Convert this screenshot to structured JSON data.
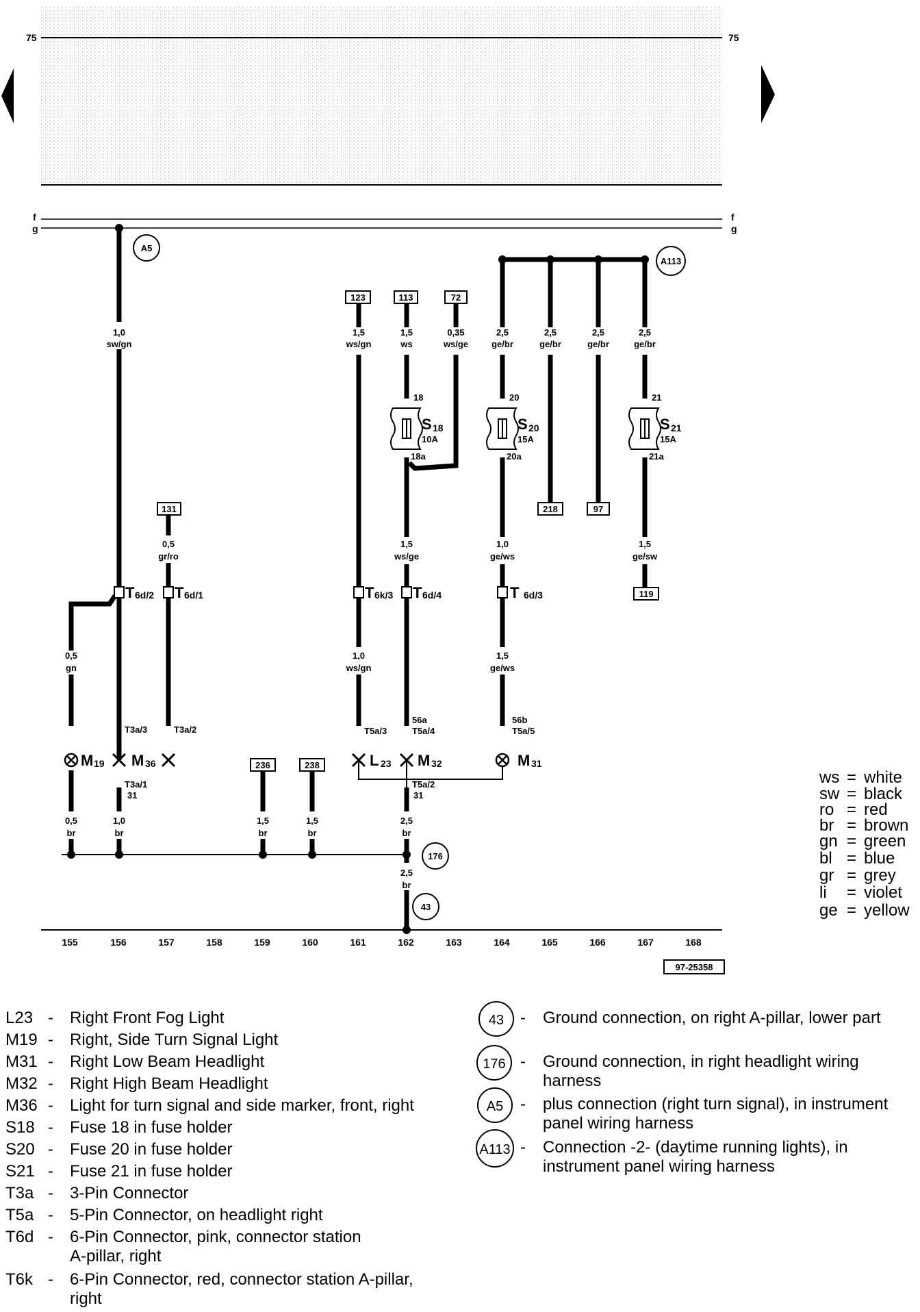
{
  "page": {
    "top_rule_numbers": {
      "left": "75",
      "right": "75"
    },
    "bus_labels": {
      "f_left": "f",
      "g_left": "g",
      "f_right": "f",
      "g_right": "g"
    },
    "diagram_id": "97-25358"
  },
  "navigation": {
    "prev_icon": "left-arrow-icon",
    "next_icon": "right-arrow-icon"
  },
  "ground_points": {
    "a5": "A5",
    "a113": "A113",
    "g176": "176",
    "g43": "43"
  },
  "refs": {
    "r123": "123",
    "r113": "113",
    "r72": "72",
    "r131": "131",
    "r218": "218",
    "r97": "97",
    "r119": "119",
    "r236": "236",
    "r238": "238"
  },
  "wires": {
    "w156_size": "1,0",
    "w156_col": "sw/gn",
    "w161_size": "1,5",
    "w161_col": "ws/gn",
    "w162_size": "1,5",
    "w162_col": "ws",
    "w163_size": "0,35",
    "w163_col": "ws/ge",
    "w164_size": "2,5",
    "w164_col": "ge/br",
    "w165_size": "2,5",
    "w165_col": "ge/br",
    "w166_size": "2,5",
    "w166_col": "ge/br",
    "w167_size": "2,5",
    "w167_col": "ge/br",
    "w157_size": "0,5",
    "w157_col": "gr/ro",
    "w162b_size": "1,5",
    "w162b_col": "ws/ge",
    "w164b_size": "1,0",
    "w164b_col": "ge/ws",
    "w167b_size": "1,5",
    "w167b_col": "ge/sw",
    "w155_size": "0,5",
    "w155_col": "gn",
    "w161b_size": "1,0",
    "w161b_col": "ws/gn",
    "w164c_size": "1,5",
    "w164c_col": "ge/ws",
    "g155_size": "0,5",
    "g155_col": "br",
    "g156_size": "1,0",
    "g156_col": "br",
    "g159_size": "1,5",
    "g159_col": "br",
    "g160_size": "1,5",
    "g160_col": "br",
    "g162_size": "2,5",
    "g162_col": "br",
    "g162b_size": "2,5",
    "g162b_col": "br"
  },
  "fuses": {
    "s18": {
      "pin_in": "18",
      "pin_out": "18a",
      "name": "S",
      "sub": "18",
      "rating": "10A"
    },
    "s20": {
      "pin_in": "20",
      "pin_out": "20a",
      "name": "S",
      "sub": "20",
      "rating": "15A"
    },
    "s21": {
      "pin_in": "21",
      "pin_out": "21a",
      "name": "S",
      "sub": "21",
      "rating": "15A"
    }
  },
  "connectors": {
    "t6d2": {
      "name": "T",
      "sub": "6d/2"
    },
    "t6d1": {
      "name": "T",
      "sub": "6d/1"
    },
    "t6k3": {
      "name": "T",
      "sub": "6k/3"
    },
    "t6d4": {
      "name": "T",
      "sub": "6d/4"
    },
    "t6d3": {
      "name": "T",
      "sub": "6d/3"
    },
    "t3a3": "T3a/3",
    "t3a2": "T3a/2",
    "t5a3": "T5a/3",
    "t5a4_a": "56a",
    "t5a4_b": "T5a/4",
    "t5a5_a": "56b",
    "t5a5_b": "T5a/5",
    "t3a1_a": "T3a/1",
    "t3a1_b": "31",
    "t5a2_a": "T5a/2",
    "t5a2_b": "31"
  },
  "components": {
    "m19": {
      "name": "M",
      "sub": "19"
    },
    "m36": {
      "name": "M",
      "sub": "36"
    },
    "l23": {
      "name": "L",
      "sub": "23"
    },
    "m32": {
      "name": "M",
      "sub": "32"
    },
    "m31": {
      "name": "M",
      "sub": "31"
    }
  },
  "columns": [
    "155",
    "156",
    "157",
    "158",
    "159",
    "160",
    "161",
    "162",
    "163",
    "164",
    "165",
    "166",
    "167",
    "168"
  ],
  "color_legend": [
    {
      "code": "ws",
      "eq": "=",
      "name": "white"
    },
    {
      "code": "sw",
      "eq": "=",
      "name": "black"
    },
    {
      "code": "ro",
      "eq": "=",
      "name": "red"
    },
    {
      "code": "br",
      "eq": "=",
      "name": "brown"
    },
    {
      "code": "gn",
      "eq": "=",
      "name": "green"
    },
    {
      "code": "bl",
      "eq": "=",
      "name": "blue"
    },
    {
      "code": "gr",
      "eq": "=",
      "name": "grey"
    },
    {
      "code": "li",
      "eq": "=",
      "name": "violet"
    },
    {
      "code": "ge",
      "eq": "=",
      "name": "yellow"
    }
  ],
  "component_legend": [
    {
      "code": "L23",
      "dash": "-",
      "lines": [
        "Right Front Fog Light"
      ]
    },
    {
      "code": "M19",
      "dash": "-",
      "lines": [
        "Right, Side Turn Signal Light"
      ]
    },
    {
      "code": "M31",
      "dash": "-",
      "lines": [
        "Right Low Beam Headlight"
      ]
    },
    {
      "code": "M32",
      "dash": "-",
      "lines": [
        "Right High Beam Headlight"
      ]
    },
    {
      "code": "M36",
      "dash": "-",
      "lines": [
        "Light for turn signal and side marker, front, right"
      ]
    },
    {
      "code": "S18",
      "dash": "-",
      "lines": [
        "Fuse 18 in fuse holder"
      ]
    },
    {
      "code": "S20",
      "dash": "-",
      "lines": [
        "Fuse 20 in fuse holder"
      ]
    },
    {
      "code": "S21",
      "dash": "-",
      "lines": [
        "Fuse 21 in fuse holder"
      ]
    },
    {
      "code": "T3a",
      "dash": "-",
      "lines": [
        "3-Pin Connector"
      ]
    },
    {
      "code": "T5a",
      "dash": "-",
      "lines": [
        "5-Pin Connector, on headlight right"
      ]
    },
    {
      "code": "T6d",
      "dash": "-",
      "lines": [
        "6-Pin Connector, pink, connector station",
        "A-pillar, right"
      ]
    },
    {
      "code": "T6k",
      "dash": "-",
      "lines": [
        "6-Pin Connector, red, connector station A-pillar,",
        "right"
      ]
    }
  ],
  "ground_legend": [
    {
      "symbol": "43",
      "dash": "-",
      "lines": [
        "Ground connection, on right A-pillar, lower part"
      ]
    },
    {
      "symbol": "176",
      "dash": "-",
      "lines": [
        "Ground connection, in right headlight wiring",
        "harness"
      ]
    },
    {
      "symbol": "A5",
      "dash": "-",
      "lines": [
        "plus connection (right turn signal), in instrument",
        "panel wiring harness"
      ]
    },
    {
      "symbol": "A113",
      "dash": "-",
      "lines": [
        "Connection -2- (daytime running lights), in",
        "instrument panel wiring harness"
      ]
    }
  ],
  "colors": {
    "ink": "#000000",
    "paper": "#ffffff"
  }
}
